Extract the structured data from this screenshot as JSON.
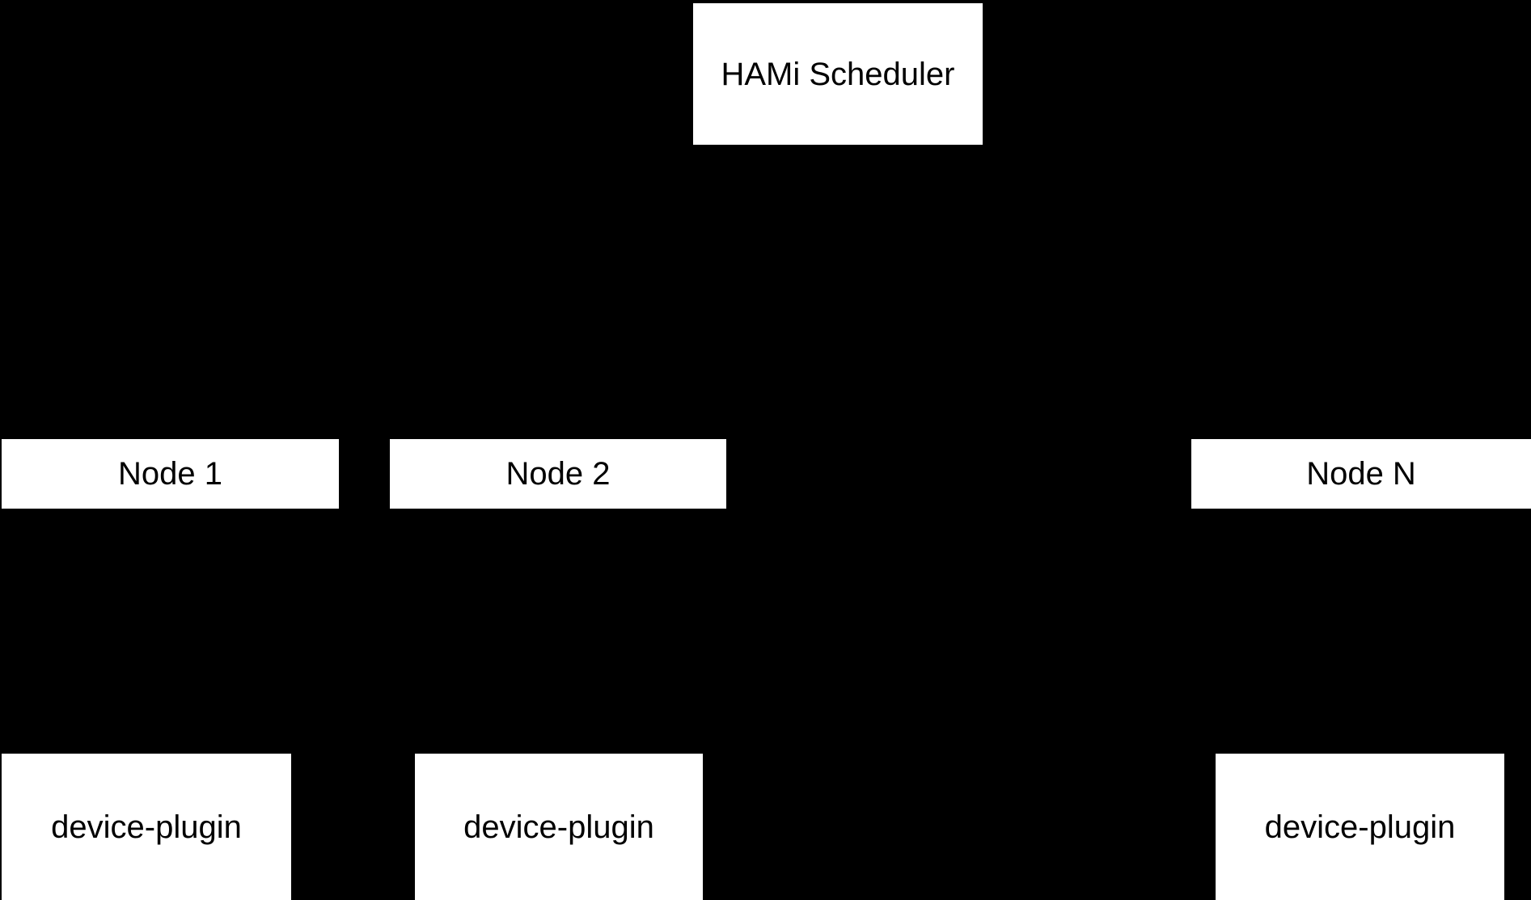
{
  "diagram": {
    "background_color": "#000000",
    "box_fill_color": "#ffffff",
    "text_color": "#000000",
    "nodes": [
      {
        "id": "scheduler",
        "label": "HAMi Scheduler"
      },
      {
        "id": "node-1",
        "label": "Node 1"
      },
      {
        "id": "node-2",
        "label": "Node 2"
      },
      {
        "id": "node-n",
        "label": "Node N"
      },
      {
        "id": "device-plugin-1",
        "label": "device-plugin"
      },
      {
        "id": "device-plugin-2",
        "label": "device-plugin"
      },
      {
        "id": "device-plugin-n",
        "label": "device-plugin"
      }
    ]
  }
}
